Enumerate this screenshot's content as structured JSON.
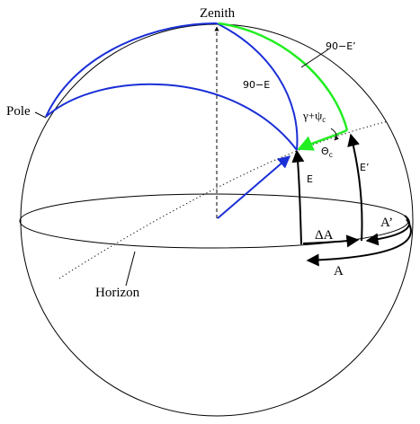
{
  "labels": {
    "zenith": "Zenith",
    "pole": "Pole",
    "horizon": "Horizon",
    "ninety_minus_e": "90−E",
    "ninety_minus_e_prime": "90−E’",
    "gamma_psi": "γ+ψ",
    "gamma_psi_sub": "c",
    "theta": "Θ",
    "theta_sub": "c",
    "e": "E",
    "e_prime": "E’",
    "delta_a": "ΔA",
    "a_prime": "A’",
    "a": "A"
  },
  "colors": {
    "sphere": "#000000",
    "blue_arcs": "#1a2fd6",
    "green_arcs": "#22ee22",
    "arrows": "#000000"
  }
}
